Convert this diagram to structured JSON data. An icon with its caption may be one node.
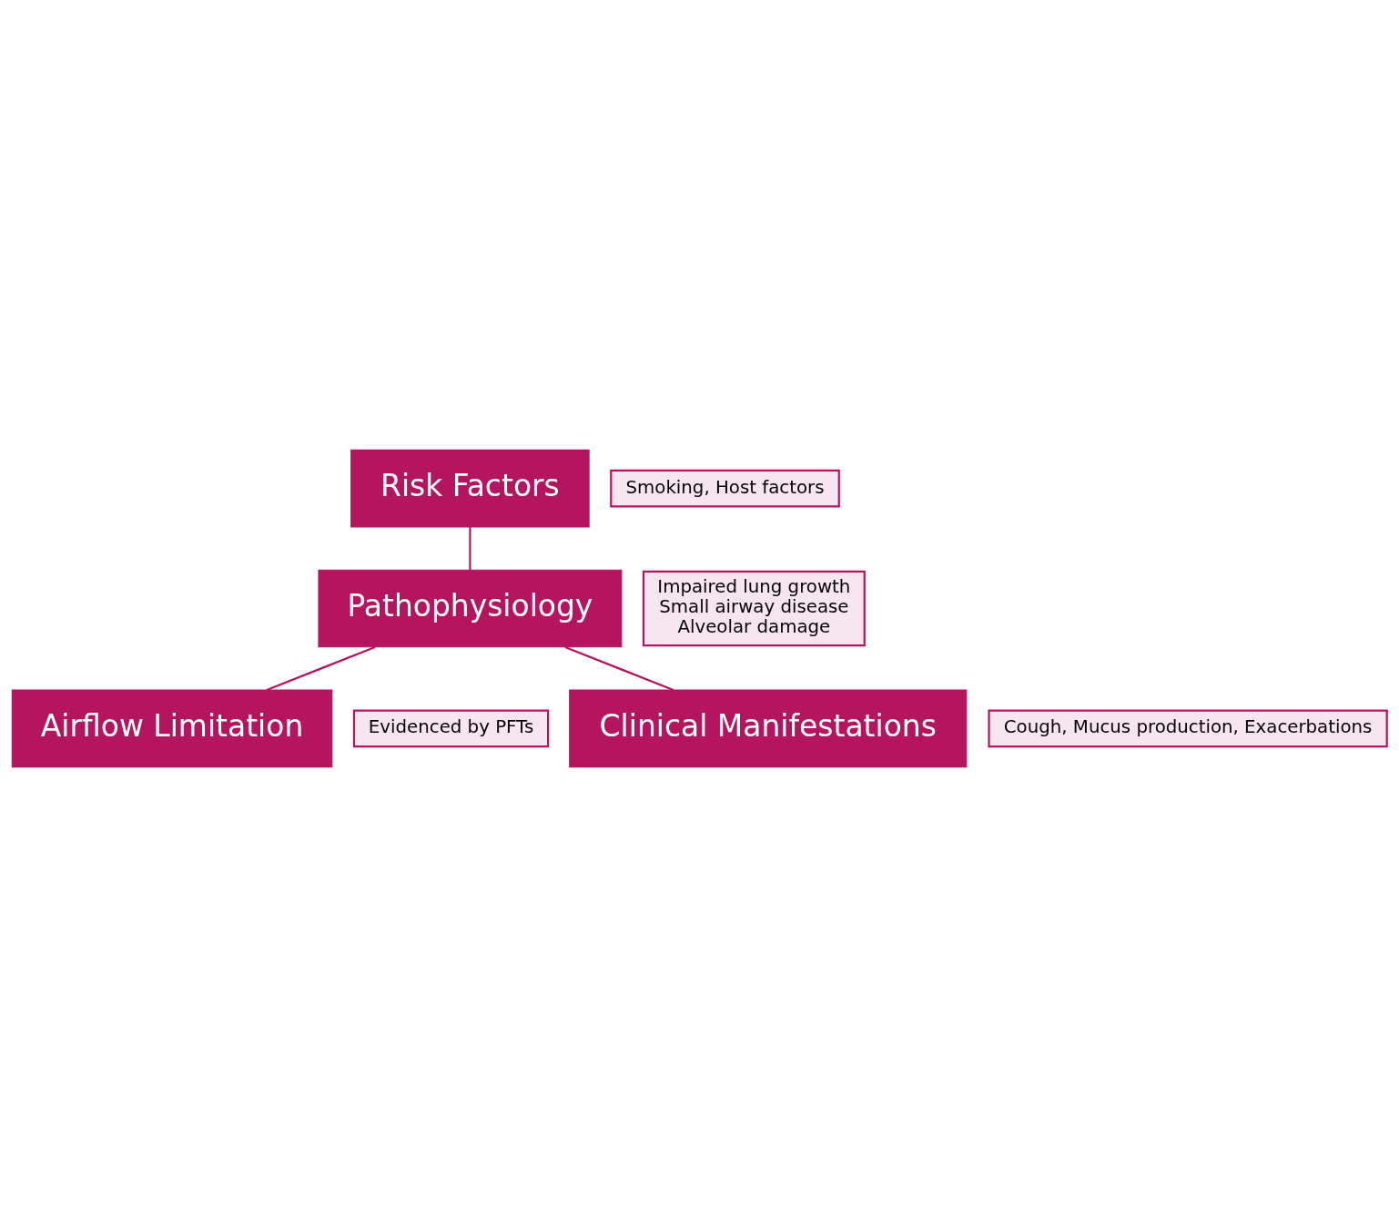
{
  "diagram": {
    "nodes": [
      {
        "text": [
          "Risk Factors"
        ]
      },
      {
        "text": [
          "Smoking, Host factors"
        ]
      },
      {
        "text": [
          "Pathophysiology"
        ]
      },
      {
        "text": [
          "Impaired lung growth",
          "Small airway disease",
          "Alveolar damage"
        ]
      },
      {
        "text": [
          "Airflow Limitation"
        ]
      },
      {
        "text": [
          "Evidenced by PFTs"
        ]
      },
      {
        "text": [
          "Clinical Manifestations"
        ]
      },
      {
        "text": [
          "Cough, Mucus production, Exacerbations"
        ]
      }
    ],
    "edges": [
      {
        "from": 0,
        "to": 2,
        "arrow": "none"
      },
      {
        "from": 2,
        "to": 4,
        "arrow": "none"
      },
      {
        "from": 2,
        "to": 6,
        "arrow": "none"
      }
    ]
  }
}
